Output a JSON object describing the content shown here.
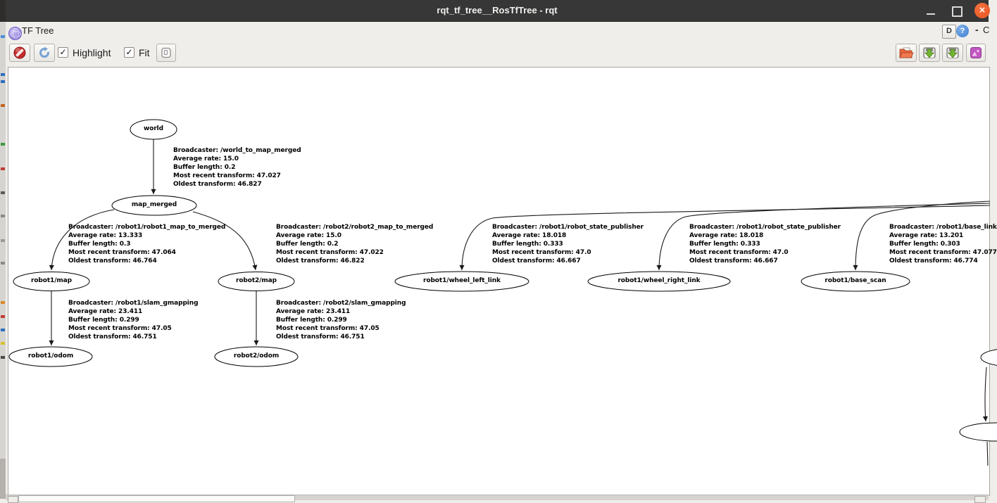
{
  "window": {
    "title": "rqt_tf_tree__RosTfTree - rqt",
    "close_glyph": "×"
  },
  "dock": {
    "title": "TF Tree",
    "undock_label": "D",
    "help_glyph": "?",
    "collapse_glyph": "-",
    "close_glyph": "C"
  },
  "toolbar": {
    "highlight_label": "Highlight",
    "fit_label": "Fit",
    "check_glyph": "✓"
  },
  "colors": {
    "titlebar_bg": "#373737",
    "titlebar_text": "#f2f0ee",
    "close_button": "#e95420",
    "window_bg": "#f0eeeb",
    "panel_border": "#a9a5a0",
    "help_blue": "#3d7fd4",
    "tf_icon_purple": "#9b8ae0",
    "folder_orange": "#e8643c",
    "save_green": "#72b531",
    "image_purple": "#c157c1",
    "clear_red": "#c32b2b",
    "refresh_blue": "#77a3d4"
  },
  "graph": {
    "nodes": [
      {
        "label": "world"
      },
      {
        "label": "map_merged"
      },
      {
        "label": "robot1/map"
      },
      {
        "label": "robot2/map"
      },
      {
        "label": "robot1/wheel_left_link"
      },
      {
        "label": "robot1/wheel_right_link"
      },
      {
        "label": "robot1/base_scan"
      },
      {
        "label": "robot1/odom"
      },
      {
        "label": "robot2/odom"
      }
    ],
    "edge_labels": [
      {
        "broadcaster": "Broadcaster: /world_to_map_merged",
        "rate": "Average rate: 15.0",
        "buffer": "Buffer length: 0.2",
        "recent": "Most recent transform: 47.027",
        "oldest": "Oldest transform: 46.827"
      },
      {
        "broadcaster": "Broadcaster: /robot1/robot1_map_to_merged",
        "rate": "Average rate: 13.333",
        "buffer": "Buffer length: 0.3",
        "recent": "Most recent transform: 47.064",
        "oldest": "Oldest transform: 46.764"
      },
      {
        "broadcaster": "Broadcaster: /robot2/robot2_map_to_merged",
        "rate": "Average rate: 15.0",
        "buffer": "Buffer length: 0.2",
        "recent": "Most recent transform: 47.022",
        "oldest": "Oldest transform: 46.822"
      },
      {
        "broadcaster": "Broadcaster: /robot1/robot_state_publisher",
        "rate": "Average rate: 18.018",
        "buffer": "Buffer length: 0.333",
        "recent": "Most recent transform: 47.0",
        "oldest": "Oldest transform: 46.667"
      },
      {
        "broadcaster": "Broadcaster: /robot1/robot_state_publisher",
        "rate": "Average rate: 18.018",
        "buffer": "Buffer length: 0.333",
        "recent": "Most recent transform: 47.0",
        "oldest": "Oldest transform: 46.667"
      },
      {
        "broadcaster": "Broadcaster: /robot1/base_link",
        "rate": "Average rate: 13.201",
        "buffer": "Buffer length: 0.303",
        "recent": "Most recent transform: 47.077",
        "oldest": "Oldest transform: 46.774"
      },
      {
        "broadcaster": "Broadcaster: /robot1/slam_gmapping",
        "rate": "Average rate: 23.411",
        "buffer": "Buffer length: 0.299",
        "recent": "Most recent transform: 47.05",
        "oldest": "Oldest transform: 46.751"
      },
      {
        "broadcaster": "Broadcaster: /robot2/slam_gmapping",
        "rate": "Average rate: 23.411",
        "buffer": "Buffer length: 0.299",
        "recent": "Most recent transform: 47.05",
        "oldest": "Oldest transform: 46.751"
      }
    ]
  }
}
